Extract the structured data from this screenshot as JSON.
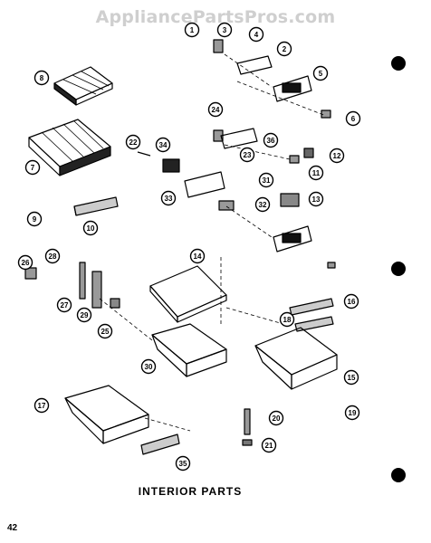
{
  "watermark": "AppliancePartsPros.com",
  "title": "INTERIOR PARTS",
  "page_number": "42",
  "callouts": [
    "1",
    "2",
    "3",
    "4",
    "5",
    "6",
    "8",
    "7",
    "9",
    "10",
    "11",
    "12",
    "13",
    "14",
    "15",
    "16",
    "17",
    "18",
    "19",
    "20",
    "21",
    "22",
    "23",
    "24",
    "25",
    "26",
    "27",
    "28",
    "29",
    "30",
    "31",
    "32",
    "33",
    "34",
    "35",
    "36"
  ],
  "colors": {
    "ink": "#000000",
    "watermark": "#cfcfcf",
    "paper": "#ffffff"
  }
}
